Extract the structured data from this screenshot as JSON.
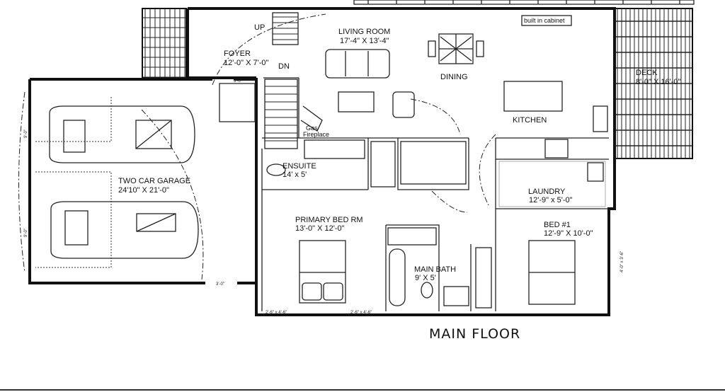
{
  "title": "MAIN FLOOR",
  "rooms": {
    "foyer": {
      "name": "FOYER",
      "size": "12'-0\" X 7'-0\""
    },
    "living": {
      "name": "LIVING ROOM",
      "size": "17'-4\" X 13'-4\""
    },
    "dining": {
      "name": "DINING"
    },
    "kitchen": {
      "name": "KITCHEN"
    },
    "deck": {
      "name": "DECK",
      "size": "8'-0\" X 16'-0\""
    },
    "garage": {
      "name": "TWO CAR GARAGE",
      "size": "24'10\" X 21'-0\""
    },
    "ensuite": {
      "name": "ENSUITE",
      "size": "14' x 5'"
    },
    "laundry": {
      "name": "LAUNDRY",
      "size": "12'-9\" x 5'-0\""
    },
    "primary": {
      "name": "PRIMARY BED RM",
      "size": "13'-0\" X 12'-0\""
    },
    "main_bath": {
      "name": "MAIN BATH",
      "size": "9' X 5'"
    },
    "bed1": {
      "name": "BED #1",
      "size": "12'-9\" X 10'-0\""
    }
  },
  "labels": {
    "up": "UP",
    "dn": "DN",
    "built_in": "built in cabinet",
    "fireplace_1": "Gas",
    "fireplace_2": "Fireplace"
  },
  "dimensions": {
    "garage_door_1": "9'-0\"",
    "garage_door_2": "9'-0\"",
    "garage_entry": "3'-0\"",
    "foyer_closet": "3'-0\"",
    "win_primary_1": "2'-6\" x 4'-6\"",
    "win_primary_2": "2'-6\" x 4'-6\"",
    "win_bed1": "4'-0\" x 3'-6\""
  }
}
